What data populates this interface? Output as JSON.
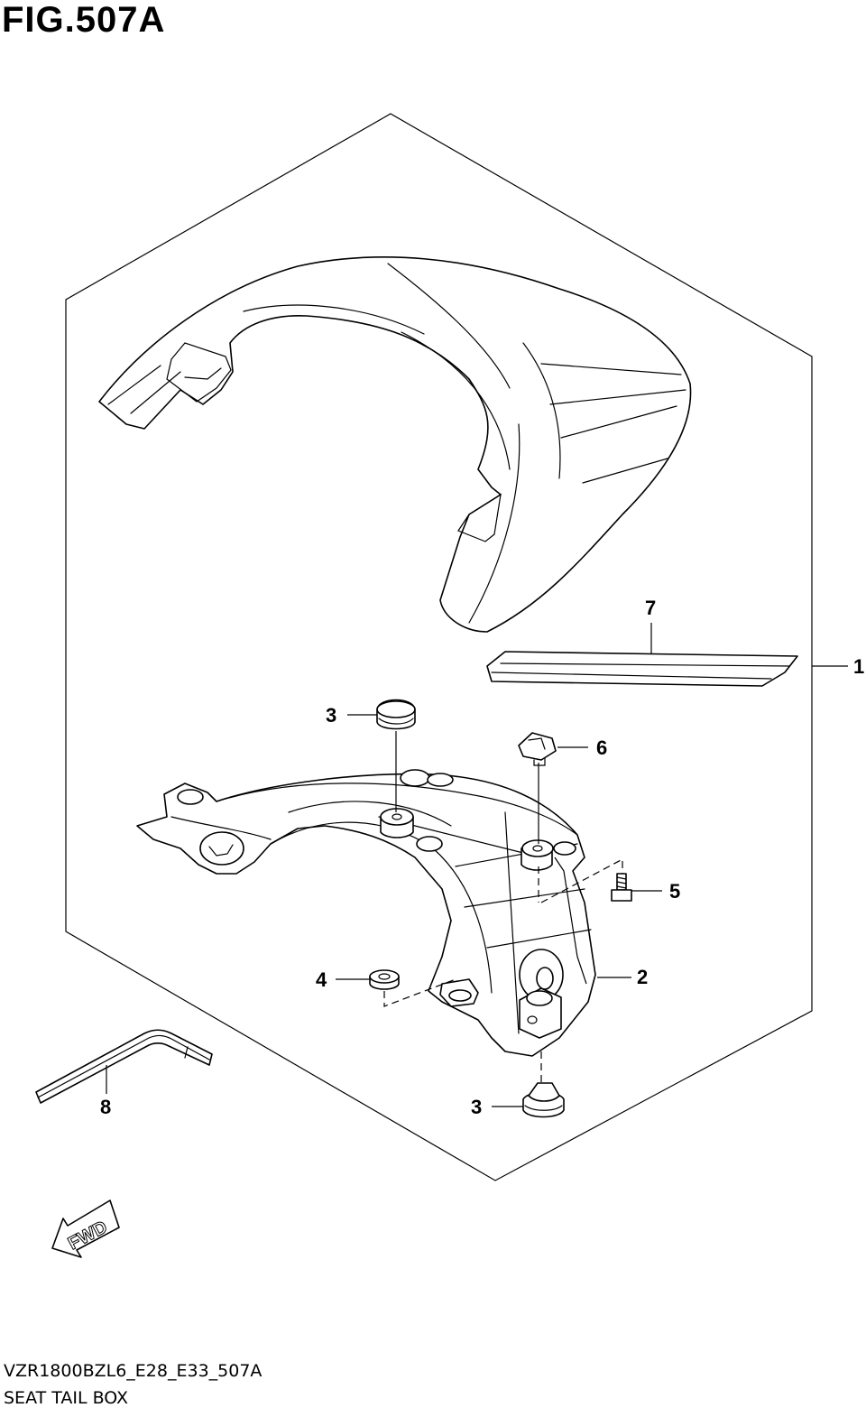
{
  "figure": {
    "title": "FIG.507A",
    "model_code": "VZR1800BZL6_E28_E33_507A",
    "description": "SEAT TAIL BOX"
  },
  "callouts": {
    "c1": "1",
    "c2": "2",
    "c3a": "3",
    "c3b": "3",
    "c4": "4",
    "c5": "5",
    "c6": "6",
    "c7": "7",
    "c8": "8"
  },
  "direction_arrow": {
    "label": "FWD"
  }
}
